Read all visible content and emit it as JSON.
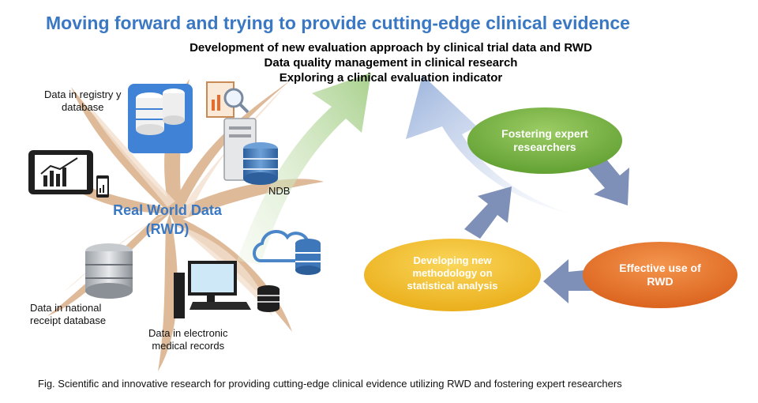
{
  "title": "Moving forward and trying to provide cutting-edge clinical evidence",
  "subtitles": [
    "Development of new evaluation approach by clinical trial data and RWD",
    "Data quality management in clinical research",
    "Exploring a clinical evaluation indicator"
  ],
  "rwd": {
    "line1": "Real World Data",
    "line2": "(RWD)"
  },
  "sources": {
    "registry": [
      "Data in registry y",
      "database"
    ],
    "ndb": "NDB",
    "national": [
      "Data in national",
      "receipt database"
    ],
    "emr": [
      "Data in electronic",
      "medical records"
    ]
  },
  "cycle": {
    "fostering": [
      "Fostering expert",
      "researchers"
    ],
    "effective": [
      "Effective use of",
      "RWD"
    ],
    "developing": [
      "Developing new",
      "methodology on",
      "statistical analysis"
    ]
  },
  "colors": {
    "title": "#3a78c3",
    "fostering": "#7db744",
    "effective": "#e8762d",
    "developing": "#f2c12e",
    "arrow": "#7e8fb8",
    "swirl": "#d4a67e"
  },
  "caption": "Fig. Scientific and innovative research for providing cutting-edge clinical evidence utilizing RWD and fostering expert researchers"
}
